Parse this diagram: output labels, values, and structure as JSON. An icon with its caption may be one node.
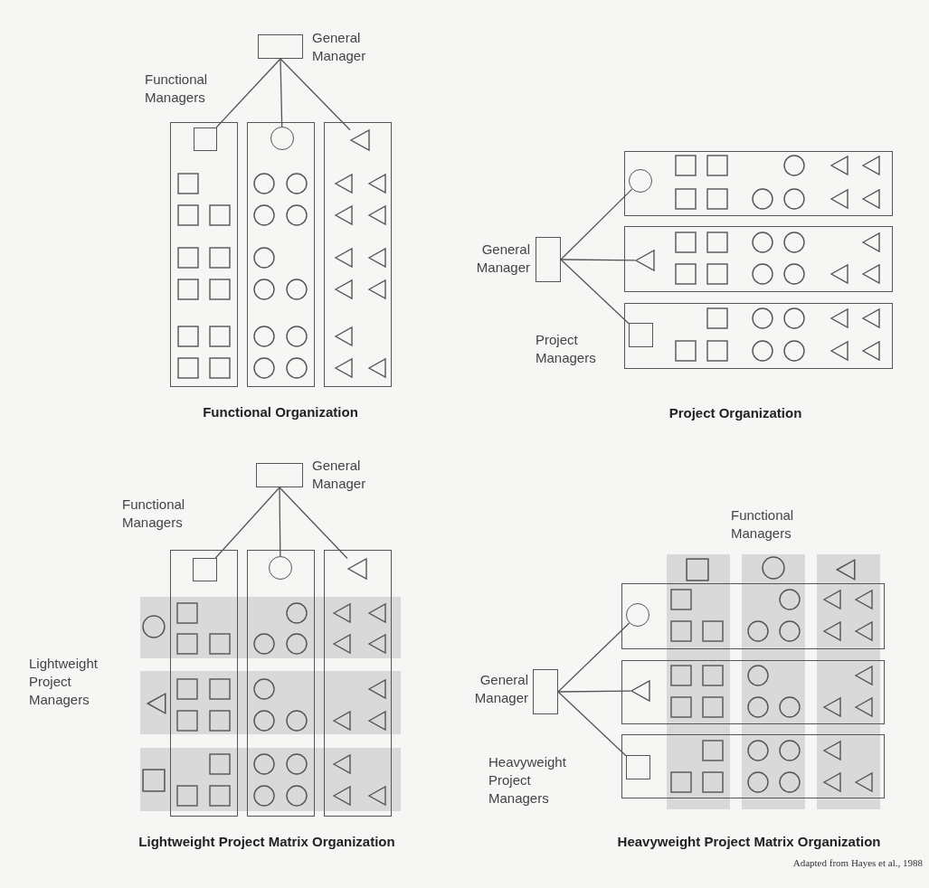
{
  "diagram": {
    "nodes": [
      {
        "text": [],
        "shape": "box",
        "beside": [
          "General Manager"
        ]
      },
      {
        "text": [],
        "shape": "box"
      },
      {
        "text": [],
        "shape": "box"
      },
      {
        "text": [],
        "shape": "box"
      },
      {
        "text": [],
        "shape": "box",
        "in": 1
      },
      {
        "text": [],
        "shape": "circle",
        "in": 2
      },
      {
        "text": [],
        "shape": "triangle",
        "in": 3
      },
      {
        "text": [],
        "shape": "box",
        "beside": [
          "General Manager"
        ]
      },
      {
        "text": [],
        "shape": "box"
      },
      {
        "text": [],
        "shape": "box"
      },
      {
        "text": [],
        "shape": "box"
      },
      {
        "text": [],
        "shape": "circle",
        "in": 8
      },
      {
        "text": [],
        "shape": "triangle",
        "in": 9
      },
      {
        "text": [],
        "shape": "box",
        "in": 10
      },
      {
        "text": [],
        "shape": "box",
        "beside": [
          "General Manager"
        ]
      },
      {
        "text": [],
        "shape": "box"
      },
      {
        "text": [],
        "shape": "box"
      },
      {
        "text": [],
        "shape": "box"
      },
      {
        "text": [],
        "shape": "box",
        "in": 15
      },
      {
        "text": [],
        "shape": "circle",
        "in": 16
      },
      {
        "text": [],
        "shape": "triangle",
        "in": 17
      },
      {
        "text": [],
        "shape": "box",
        "beside": [
          "General Manager"
        ]
      },
      {
        "text": [],
        "shape": "box"
      },
      {
        "text": [],
        "shape": "box"
      },
      {
        "text": [],
        "shape": "box"
      },
      {
        "text": [],
        "shape": "circle",
        "in": 22
      },
      {
        "text": [],
        "shape": "triangle",
        "in": 23
      },
      {
        "text": [],
        "shape": "box",
        "in": 24
      }
    ],
    "edges": [
      {
        "from": 0,
        "to": 4,
        "arrow": "none"
      },
      {
        "from": 0,
        "to": 5,
        "arrow": "none"
      },
      {
        "from": 0,
        "to": 6,
        "arrow": "none"
      },
      {
        "from": 7,
        "to": 11,
        "arrow": "none"
      },
      {
        "from": 7,
        "to": 12,
        "arrow": "none"
      },
      {
        "from": 7,
        "to": 13,
        "arrow": "none"
      },
      {
        "from": 14,
        "to": 18,
        "arrow": "none"
      },
      {
        "from": 14,
        "to": 19,
        "arrow": "none"
      },
      {
        "from": 14,
        "to": 20,
        "arrow": "none"
      },
      {
        "from": 21,
        "to": 25,
        "arrow": "none"
      },
      {
        "from": 21,
        "to": 26,
        "arrow": "none"
      },
      {
        "from": 21,
        "to": 27,
        "arrow": "none"
      }
    ],
    "labels": [
      "Functional Managers",
      "Functional Organization",
      "Project Managers",
      "Project Organization",
      "Functional Managers",
      "Functional Managers",
      "Lightweight Project Managers",
      "Heavyweight Project Managers",
      "Lightweight Project Matrix Organization",
      "Heavyweight Project Matrix Organization",
      "Adapted from Hayes et al., 1988"
    ]
  }
}
